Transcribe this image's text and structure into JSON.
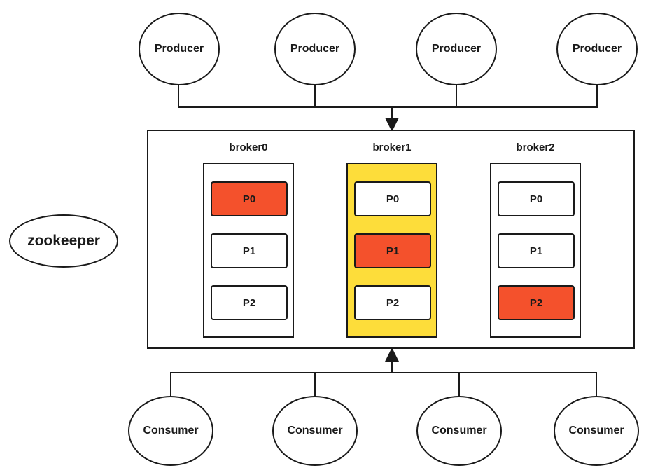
{
  "producers": [
    "Producer",
    "Producer",
    "Producer",
    "Producer"
  ],
  "consumers": [
    "Consumer",
    "Consumer",
    "Consumer",
    "Consumer"
  ],
  "zookeeper": "zookeeper",
  "brokers": [
    {
      "label": "broker0",
      "partitions": [
        "P0",
        "P1",
        "P2"
      ],
      "leader_index": 0
    },
    {
      "label": "broker1",
      "partitions": [
        "P0",
        "P1",
        "P2"
      ],
      "leader_index": 1,
      "highlighted": true
    },
    {
      "label": "broker2",
      "partitions": [
        "P0",
        "P1",
        "P2"
      ],
      "leader_index": 2
    }
  ],
  "colors": {
    "leader_partition": "#f4512c",
    "highlighted_broker": "#fddd3a",
    "stroke": "#1a1a1a"
  }
}
